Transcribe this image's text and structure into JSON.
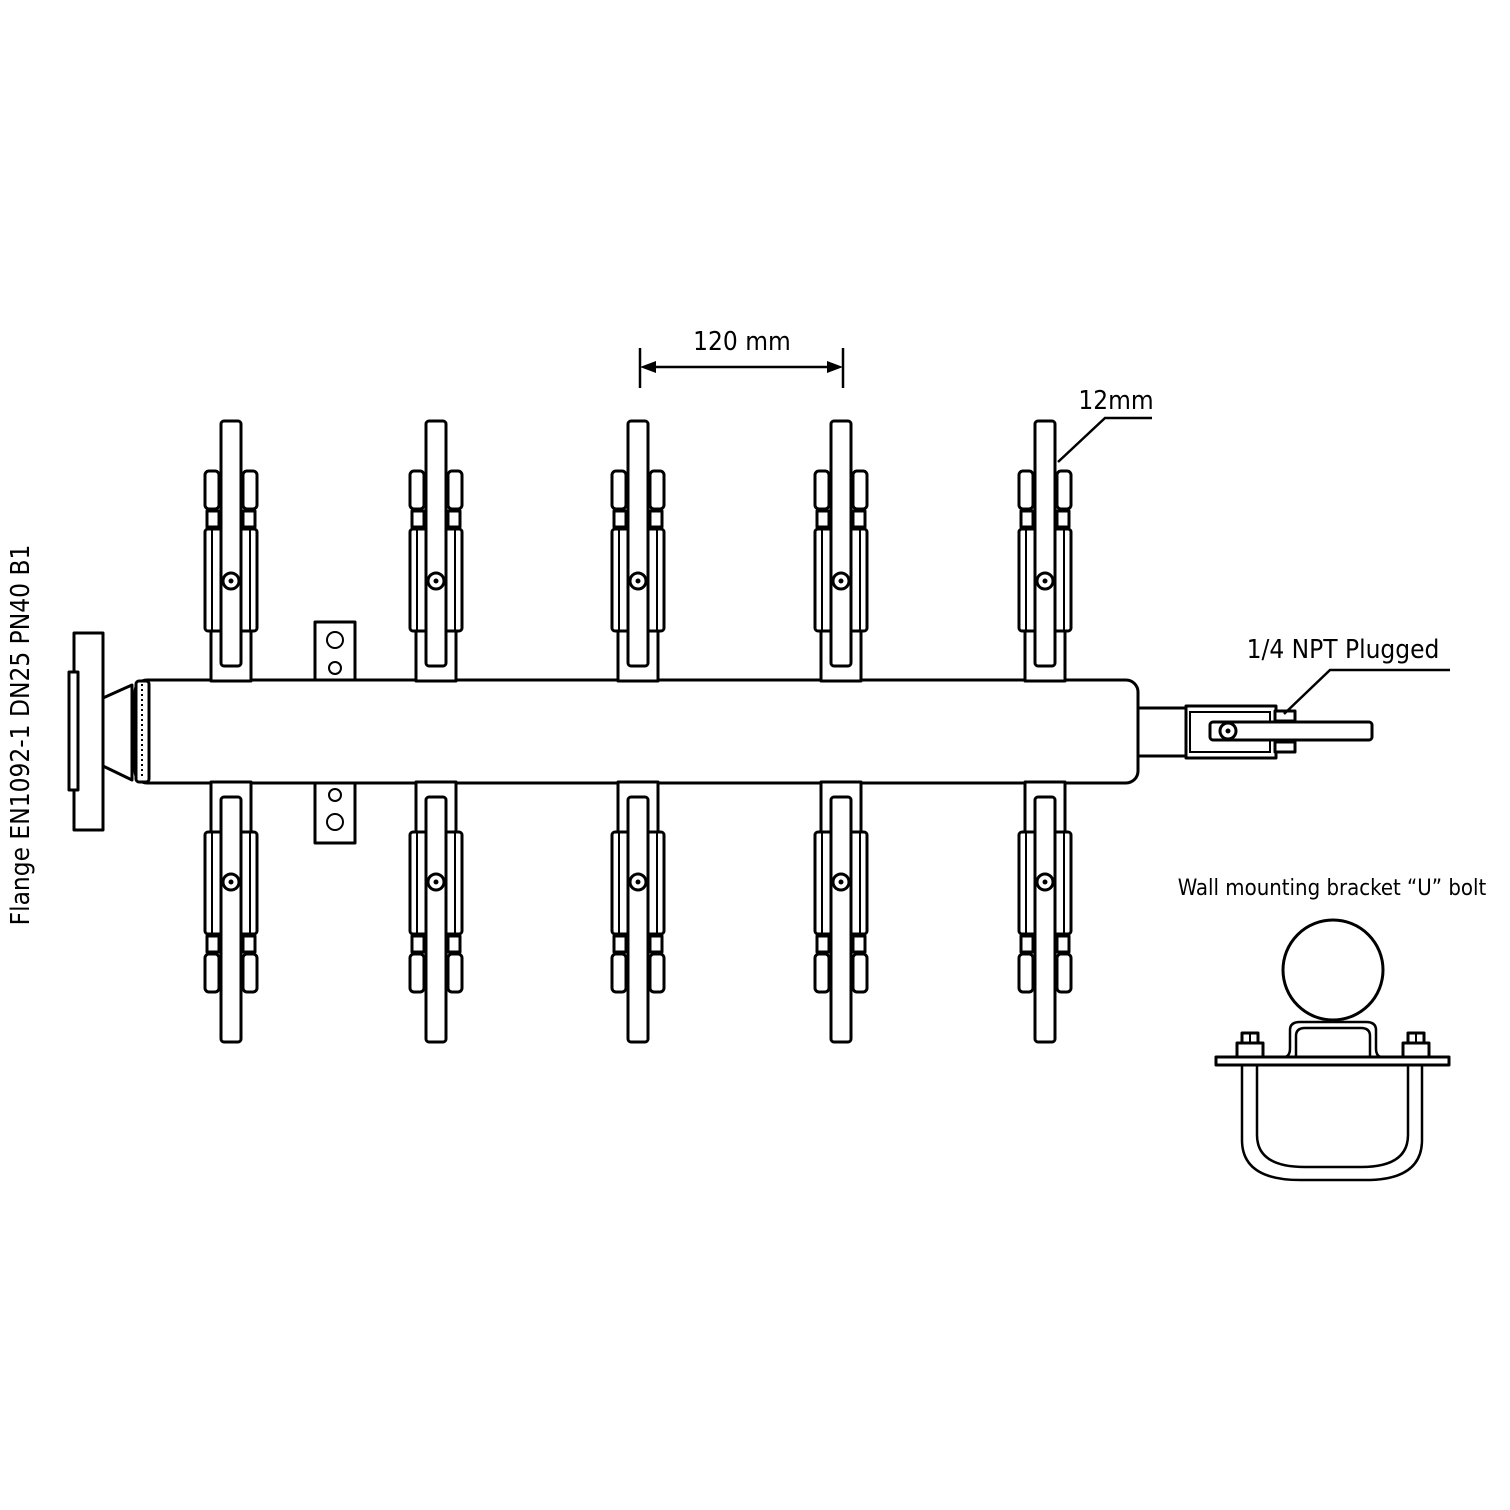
{
  "labels": {
    "spacing_dimension": "120 mm",
    "tube_size": "12mm",
    "end_plug": "1/4 NPT Plugged",
    "flange": "Flange EN1092-1 DN25 PN40 B1",
    "bracket": "Wall mounting bracket “U” bolt"
  },
  "manifold": {
    "valves_per_side": 5
  }
}
